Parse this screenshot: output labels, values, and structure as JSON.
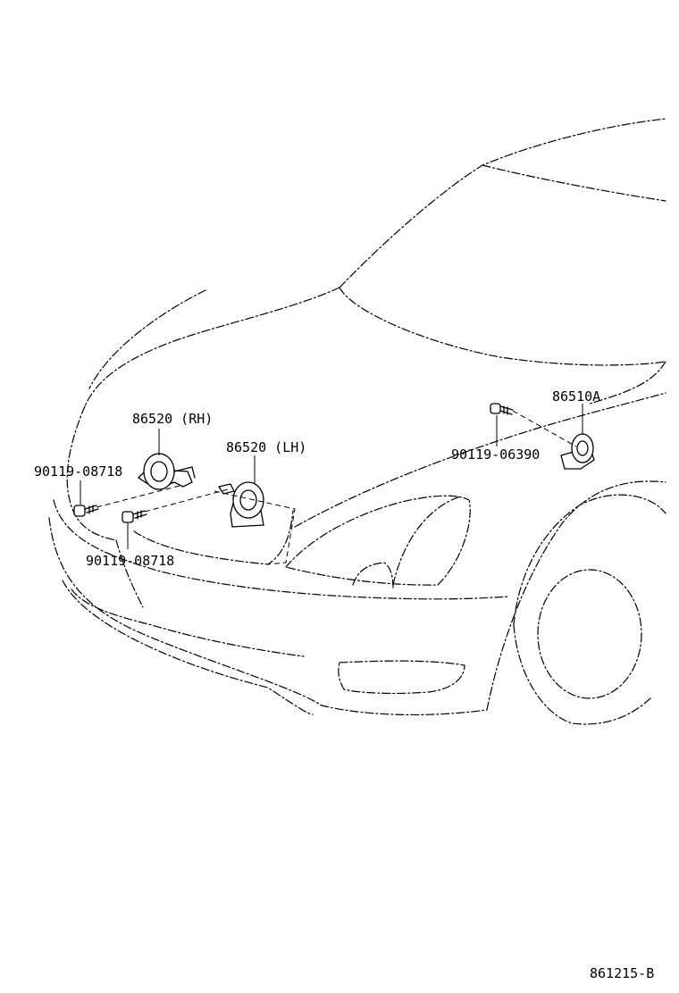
{
  "labels": {
    "horn_rh": "86520 (RH)",
    "horn_lh": "86520 (LH)",
    "horn_assy": "86510A",
    "bolt_upper_left": "90119-08718",
    "bolt_lower_left": "90119-08718",
    "bolt_right": "90119-06390",
    "figure_code": "861215-B"
  }
}
